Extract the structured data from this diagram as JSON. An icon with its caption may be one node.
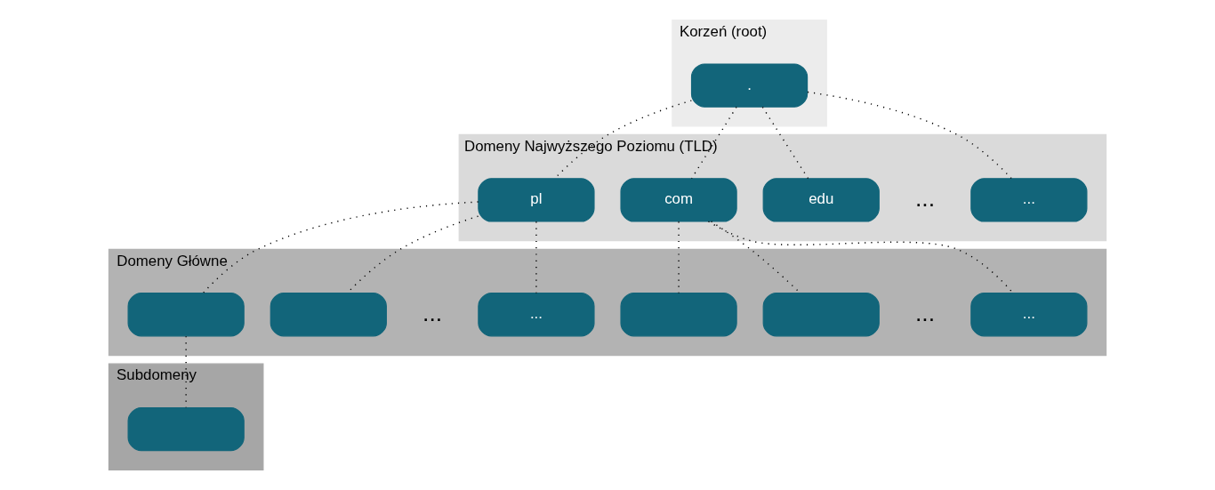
{
  "diagram": {
    "nodes": [
      {
        "text": [
          "Korzeń (root)"
        ]
      },
      {
        "text": [
          "."
        ],
        "in": 0
      },
      {
        "text": [
          "Domeny Najwyższego Poziomu (TLD)"
        ]
      },
      {
        "text": [
          "pl"
        ],
        "in": 2
      },
      {
        "text": [
          "com"
        ],
        "in": 2
      },
      {
        "text": [
          "edu"
        ],
        "in": 2
      },
      {
        "text": [
          "..."
        ],
        "in": 2
      },
      {
        "text": [
          "Domeny Główne"
        ]
      },
      {
        "text": [],
        "shape": "box",
        "in": 7
      },
      {
        "text": [],
        "shape": "box",
        "in": 7
      },
      {
        "text": [
          "..."
        ],
        "in": 7
      },
      {
        "text": [],
        "shape": "box",
        "in": 7
      },
      {
        "text": [],
        "shape": "box",
        "in": 7
      },
      {
        "text": [
          "..."
        ],
        "in": 7
      },
      {
        "text": [
          "Subdomeny"
        ]
      },
      {
        "text": [],
        "shape": "box",
        "in": 14
      }
    ],
    "edges": [
      {
        "from": 1,
        "to": 3,
        "arrow": "none",
        "style": "dashed"
      },
      {
        "from": 1,
        "to": 4,
        "arrow": "none",
        "style": "dashed"
      },
      {
        "from": 1,
        "to": 5,
        "arrow": "none",
        "style": "dashed"
      },
      {
        "from": 1,
        "to": 6,
        "arrow": "none",
        "style": "dashed"
      },
      {
        "from": 3,
        "to": 8,
        "arrow": "none",
        "style": "dashed"
      },
      {
        "from": 3,
        "to": 9,
        "arrow": "none",
        "style": "dashed"
      },
      {
        "from": 3,
        "to": 10,
        "arrow": "none",
        "style": "dashed"
      },
      {
        "from": 4,
        "to": 11,
        "arrow": "none",
        "style": "dashed"
      },
      {
        "from": 4,
        "to": 12,
        "arrow": "none",
        "style": "dashed"
      },
      {
        "from": 4,
        "to": 13,
        "arrow": "none",
        "style": "dashed"
      },
      {
        "from": 8,
        "to": 15,
        "arrow": "none",
        "style": "dashed"
      }
    ],
    "labels": [
      "...",
      "...",
      "..."
    ]
  }
}
